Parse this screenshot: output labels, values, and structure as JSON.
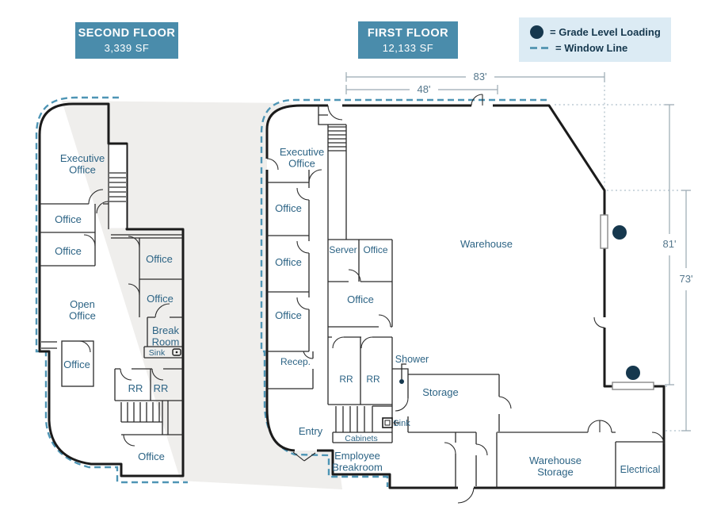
{
  "legend": {
    "grade_level_loading": "= Grade Level Loading",
    "window_line": "= Window Line"
  },
  "second_floor": {
    "badge": {
      "title": "SECOND FLOOR",
      "area": "3,339 SF"
    },
    "rooms": {
      "executive_office": "Executive\nOffice",
      "office_upper_1": "Office",
      "office_upper_2": "Office",
      "open_office": "Open\nOffice",
      "office_right_1": "Office",
      "office_right_2": "Office",
      "break_room": "Break\nRoom",
      "sink": "Sink",
      "office_lower_left": "Office",
      "rr_left": "RR",
      "rr_right": "RR",
      "office_bottom": "Office"
    }
  },
  "first_floor": {
    "badge": {
      "title": "FIRST FLOOR",
      "area": "12,133 SF"
    },
    "rooms": {
      "executive_office": "Executive\nOffice",
      "office_1": "Office",
      "office_2": "Office",
      "office_3": "Office",
      "server": "Server",
      "office_server": "Office",
      "office_mid": "Office",
      "recep": "Recep.",
      "rr_left": "RR",
      "rr_right": "RR",
      "shower": "Shower",
      "storage": "Storage",
      "entry": "Entry",
      "cabinets": "Cabinets",
      "sink": "Sink",
      "employee_breakroom": "Employee\nBreakroom",
      "warehouse": "Warehouse",
      "warehouse_storage": "Warehouse\nStorage",
      "electrical": "Electrical"
    },
    "dimensions": {
      "width_total": "83'",
      "width_office": "48'",
      "depth_right": "81'",
      "depth_lower": "73'"
    }
  },
  "colors": {
    "badge_bg": "#4a8cab",
    "legend_bg": "#dcebf4",
    "navy": "#16384e",
    "second_floor_fill": "#dce9f3",
    "wall": "#1b1b1b",
    "room_label": "#2d6485",
    "window_line": "#4e95b5",
    "dimension_line": "#9aa9b2",
    "projection_gray": "#efeeec"
  }
}
